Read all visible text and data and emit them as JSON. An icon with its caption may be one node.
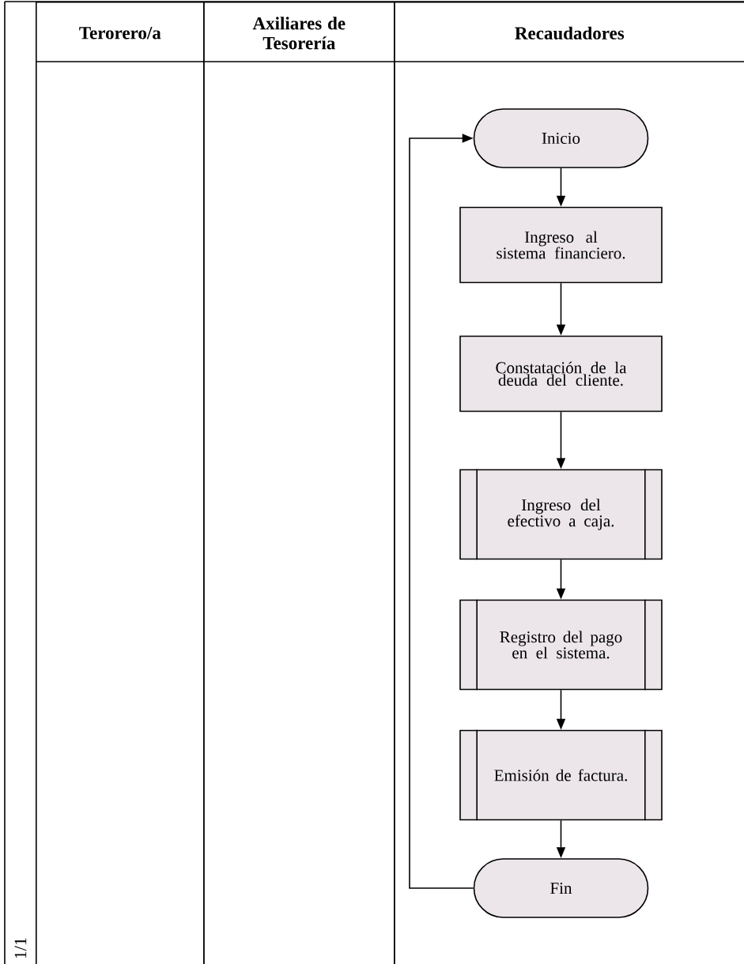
{
  "diagram": {
    "nodes": [
      {
        "text": [
          "Terorero/a"
        ]
      },
      {
        "text": [
          "Axiliares de Tesorería"
        ]
      },
      {
        "text": [
          "Recaudadores"
        ]
      },
      {
        "text": [
          "Inicio"
        ],
        "in": 2
      },
      {
        "text": [
          "Ingreso al sistema financiero."
        ],
        "in": 2
      },
      {
        "text": [
          "Constatación de la deuda del cliente."
        ],
        "in": 2
      },
      {
        "text": [
          "Ingreso del efectivo a caja."
        ],
        "in": 2
      },
      {
        "text": [
          "Registro del pago en el sistema."
        ],
        "in": 2
      },
      {
        "text": [
          "Emisión de factura."
        ],
        "in": 2
      },
      {
        "text": [
          "Fin"
        ],
        "in": 2
      }
    ],
    "edges": [
      {
        "from": 3,
        "to": 4,
        "arrow": "to"
      },
      {
        "from": 4,
        "to": 5,
        "arrow": "to"
      },
      {
        "from": 5,
        "to": 6,
        "arrow": "to"
      },
      {
        "from": 6,
        "to": 7,
        "arrow": "to"
      },
      {
        "from": 7,
        "to": 8,
        "arrow": "to"
      },
      {
        "from": 8,
        "to": 9,
        "arrow": "to"
      },
      {
        "from": 9,
        "to": 3,
        "arrow": "to"
      }
    ],
    "labels": [
      "1/1"
    ]
  }
}
